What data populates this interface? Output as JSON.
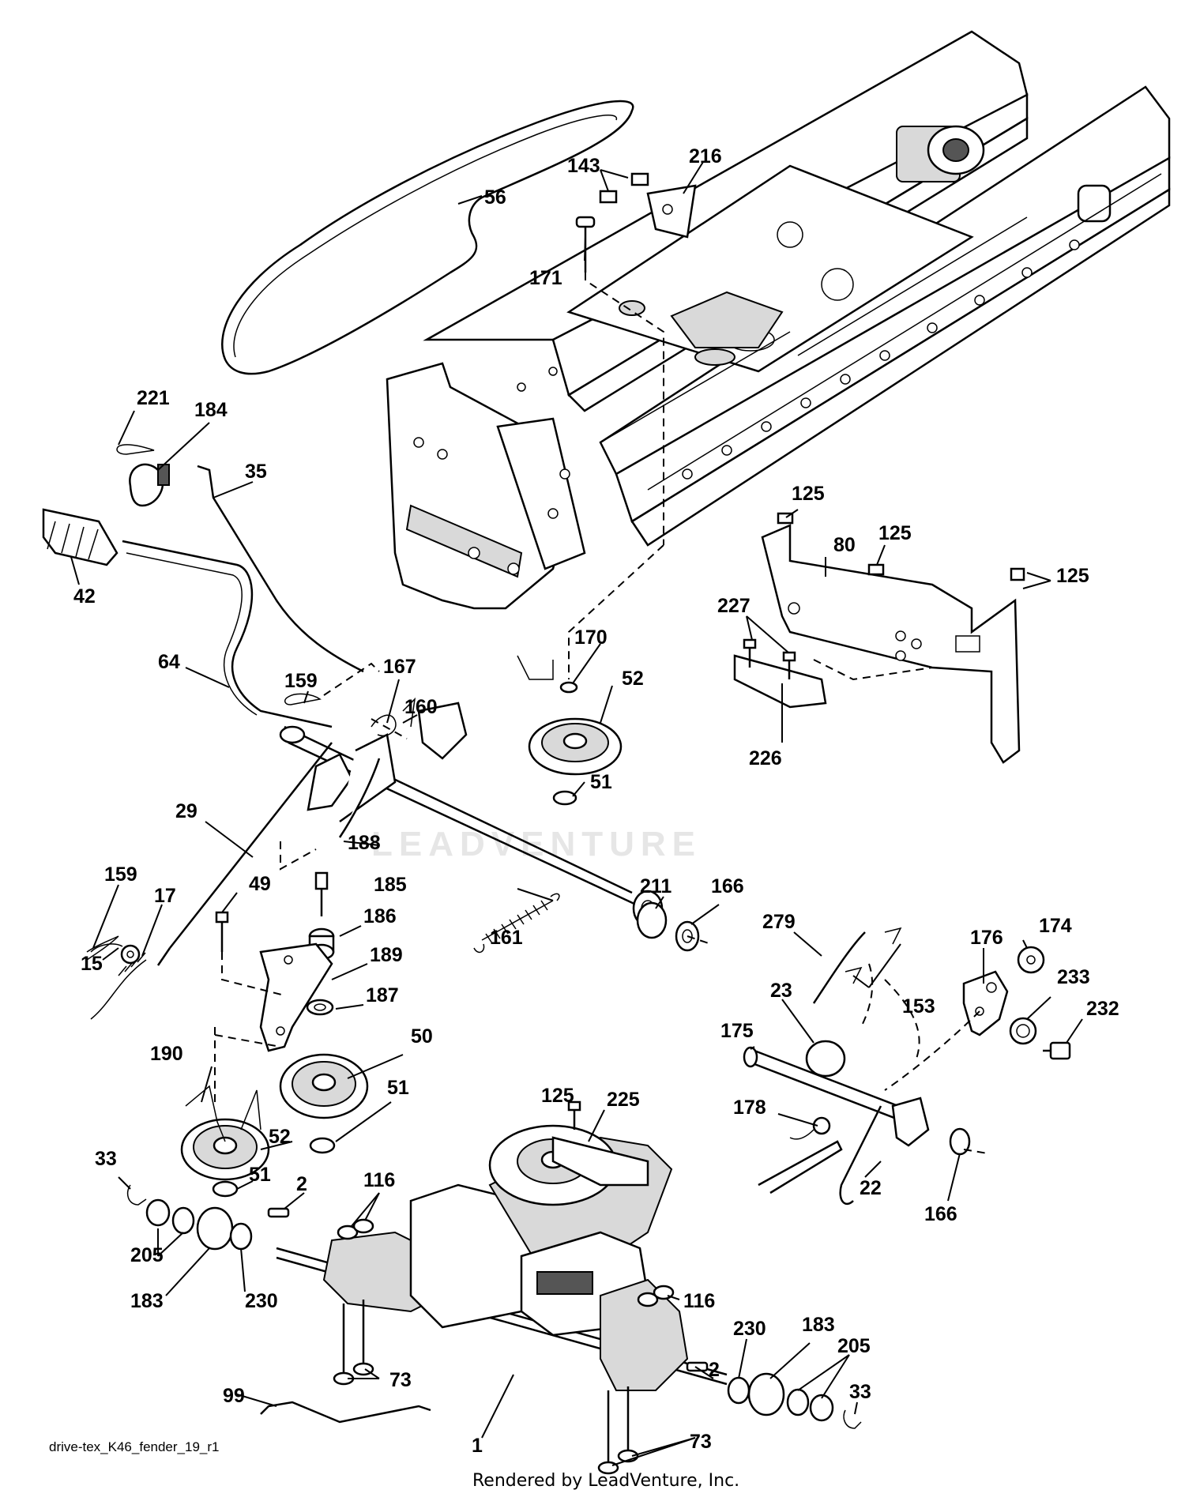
{
  "diagram_id": "drive-tex_K46_fender_19_r1",
  "credit": "Rendered by LeadVenture, Inc.",
  "watermark": "LEADVENTURE",
  "callouts": {
    "c1": "1",
    "c2a": "2",
    "c2b": "2",
    "c15": "15",
    "c17": "17",
    "c22": "22",
    "c23": "23",
    "c29": "29",
    "c33a": "33",
    "c33b": "33",
    "c35": "35",
    "c42": "42",
    "c49": "49",
    "c50": "50",
    "c51a": "51",
    "c51b": "51",
    "c51c": "51",
    "c52a": "52",
    "c52b": "52",
    "c56": "56",
    "c64": "64",
    "c73a": "73",
    "c73b": "73",
    "c80": "80",
    "c99": "99",
    "c116a": "116",
    "c116b": "116",
    "c125a": "125",
    "c125b": "125",
    "c125c": "125",
    "c125d": "125",
    "c143": "143",
    "c153": "153",
    "c159a": "159",
    "c159b": "159",
    "c160": "160",
    "c161": "161",
    "c166a": "166",
    "c166b": "166",
    "c167": "167",
    "c170": "170",
    "c171": "171",
    "c174": "174",
    "c175": "175",
    "c176": "176",
    "c178": "178",
    "c183a": "183",
    "c183b": "183",
    "c184": "184",
    "c185": "185",
    "c186": "186",
    "c187": "187",
    "c188": "188",
    "c189": "189",
    "c190": "190",
    "c205a": "205",
    "c205b": "205",
    "c211": "211",
    "c216": "216",
    "c221": "221",
    "c225": "225",
    "c226": "226",
    "c227": "227",
    "c230a": "230",
    "c230b": "230",
    "c232": "232",
    "c233": "233",
    "c279": "279"
  }
}
